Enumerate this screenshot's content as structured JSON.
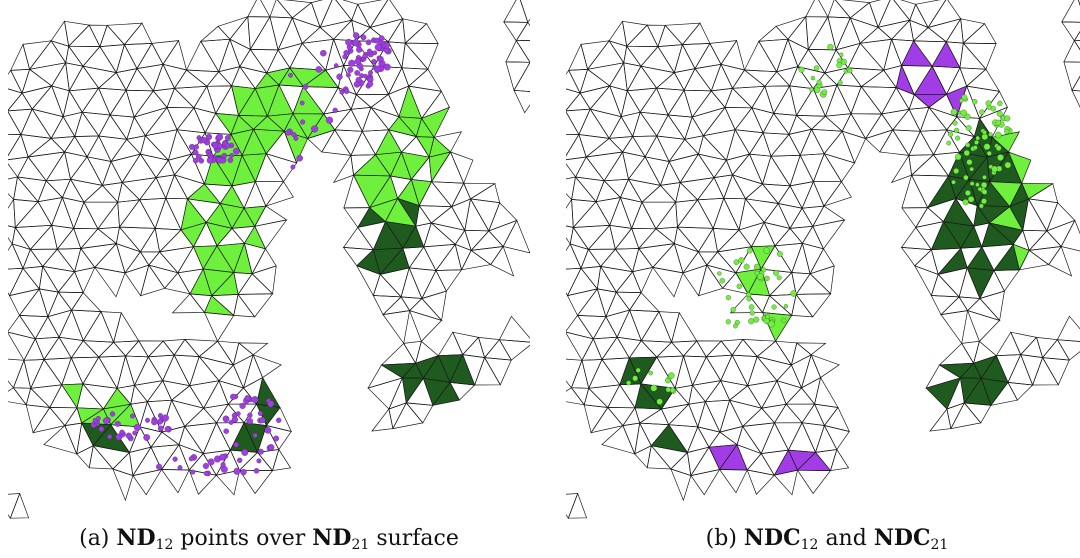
{
  "figure": {
    "panels": [
      {
        "id": "a",
        "caption": {
          "label": "(a)",
          "term1": "ND",
          "sub1": "12",
          "middle": "points over",
          "term2": "ND",
          "sub2": "21",
          "end": "surface"
        }
      },
      {
        "id": "b",
        "caption": {
          "label": "(b)",
          "term1": "NDC",
          "sub1": "12",
          "middle": "and",
          "term2": "NDC",
          "sub2": "21",
          "end": ""
        }
      }
    ],
    "colors": {
      "mesh_line": "#1a1a1a",
      "light_green": "#6ef03c",
      "dark_green": "#1f5a1f",
      "purple": "#a23ce6",
      "background": "#ffffff"
    }
  }
}
